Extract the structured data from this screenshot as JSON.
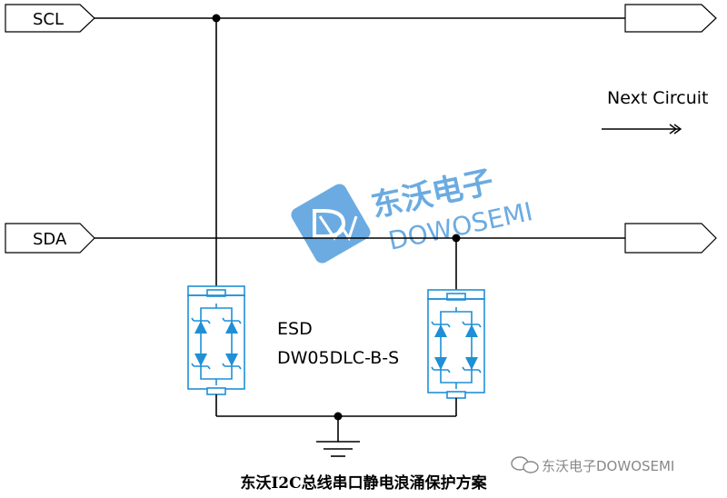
{
  "signals": {
    "scl": "SCL",
    "sda": "SDA"
  },
  "next_circuit": "Next Circuit",
  "esd": {
    "label": "ESD",
    "part": "DW05DLC-B-S"
  },
  "watermark": {
    "cn": "东沃电子",
    "en": "DOWOSEMI"
  },
  "footer": {
    "account": "东沃电子DOWOSEMI",
    "caption": "东沃I2C总线串口静电浪涌保护方案"
  },
  "colors": {
    "wire": "#000000",
    "component": "#1f8fd6",
    "watermark": "#3a8fd8"
  },
  "icons": [
    "wechat-icon",
    "ground-icon",
    "arrow-icon",
    "diode-icon"
  ]
}
